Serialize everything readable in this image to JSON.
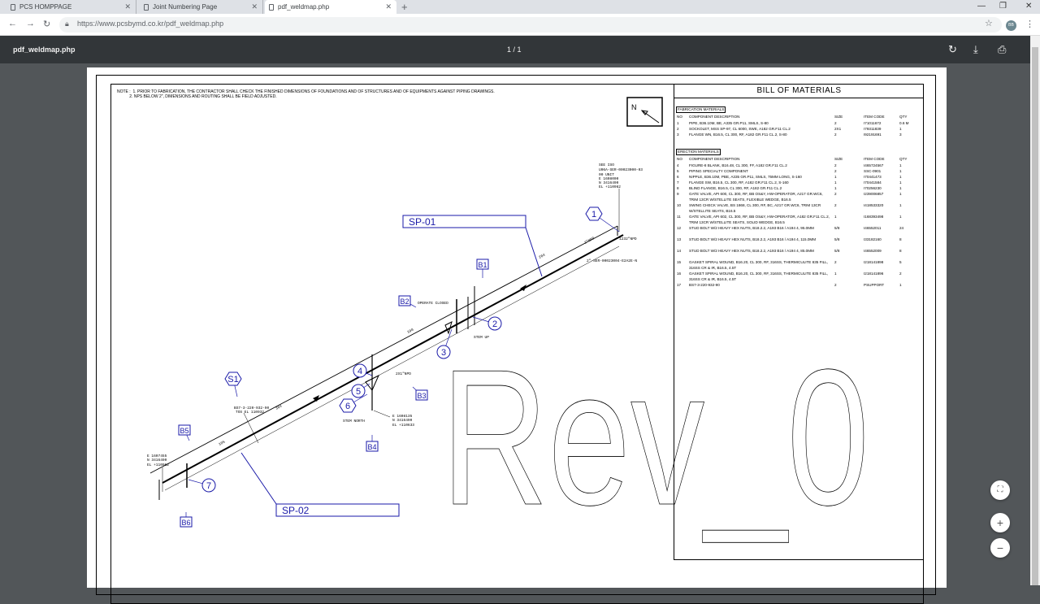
{
  "browser": {
    "tabs": [
      {
        "label": "PCS HOMPPAGE",
        "active": false
      },
      {
        "label": "Joint Numbering Page",
        "active": false
      },
      {
        "label": "pdf_weldmap.php",
        "active": true
      }
    ],
    "url_host": "https://www.pcsbymd.co.kr",
    "url_path": "/pdf_weldmap.php",
    "avatar": "BB"
  },
  "viewer": {
    "title": "pdf_weldmap.php",
    "page_indicator": "1 / 1",
    "icons": [
      "rotate-icon",
      "download-icon",
      "print-icon",
      "fit-page-icon",
      "zoom-in-icon",
      "zoom-out-icon"
    ]
  },
  "drawing": {
    "note_lines": [
      "NOTE :  1. PRIOR TO FABRICATION, THE CONTRACTOR SHALL CHECK THE FINISHED DIMENSIONS OF FOUNDATIONS AND OF STRUCTURES AND OF EQUIPMENTS AGAINST PIPING DRAWINGS.",
      "           2. NPS BELOW 2\", DIMENSIONS AND ROUTING SHALL BE FIELD ADJUSTED."
    ],
    "north": "N",
    "spools": [
      "SP-01",
      "SP-02"
    ],
    "welds": [
      "1",
      "2",
      "3",
      "4",
      "5",
      "6",
      "7"
    ],
    "supports": [
      "S1"
    ],
    "bolts": [
      "B1",
      "B2",
      "B3",
      "B4",
      "B5",
      "B6"
    ],
    "ref_block": [
      "SEE ISO",
      "U06A-SER-00023000-03",
      "00 UNIT",
      "E 1608000",
      "N 3416490",
      "EL +110962"
    ],
    "start_block": [
      "E 1607455",
      "N 3416490",
      "EL +110962"
    ],
    "mid_block": [
      "E 1608135",
      "N 3416490",
      "EL +110633"
    ],
    "support_block": [
      "BS7-3-220-932-90",
      "TOS EL 110932"
    ],
    "line_number": "2\"-SER-00023004-E2A2E-N",
    "annotations": {
      "npd_end": "1232\"NPD",
      "npd_pipe": "2\"NPD",
      "npd_branch": "2X1\"NPD",
      "operate": "OPERATE CLOSED",
      "stem_up": "STEM UP",
      "stem_north": "STEM NORTH",
      "dim_264": "264",
      "dim_364": "364",
      "dim_190": "190",
      "dim_105": "105"
    },
    "rev_mark": "Rev_0"
  },
  "bom": {
    "title": "BILL OF MATERIALS",
    "headers": {
      "no": "NO",
      "desc": "COMPONENT DESCRIPTION",
      "size": "SIZE",
      "code": "ITEM CODE",
      "qty": "QTY"
    },
    "fabrication_label": "FABRICATION MATERIALS",
    "fabrication": [
      {
        "no": "1",
        "desc": "PIPE, B36.10M, BE, A335 GR.P11, SMLS, S-80",
        "size": "2",
        "code": "I71011672",
        "qty": "0.6 M"
      },
      {
        "no": "2",
        "desc": "SOCKOLET, MSS SP-97, CL 6000, SWE, A182 GR.F11 CL.2",
        "size": "2X1",
        "code": "I79311839",
        "qty": "1"
      },
      {
        "no": "3",
        "desc": "FLANGE WN, B16.5, CL 300, RF, A182 GR.F11 CL.2, S-80",
        "size": "2",
        "code": "I92191691",
        "qty": "3"
      }
    ],
    "erection_label": "ERECTION MATERIALS",
    "erection": [
      {
        "no": "4",
        "desc": "FIGURE-8 BLANK, B16.48, CL 300, FF, A182 GR.F11 CL.2",
        "size": "2",
        "code": "I465724567",
        "qty": "1"
      },
      {
        "no": "5",
        "desc": "PIPING SPECIALTY COMPONENT",
        "size": "2",
        "code": "SSC-0901",
        "qty": "1"
      },
      {
        "no": "6",
        "desc": "NIPPLE, B36.10M, PBE, A335 GR.P11, SMLS, 75MM LONG, S-160",
        "size": "1",
        "code": "I70441473",
        "qty": "1"
      },
      {
        "no": "7",
        "desc": "FLANGE SW, B16.5, CL 300, RF, A182 GR.F11 CL.2, S-160",
        "size": "1",
        "code": "I70441584",
        "qty": "1"
      },
      {
        "no": "8",
        "desc": "BLIND FLANGE, B16.5, CL 300, RF, A182 GR.F11 CL.2",
        "size": "1",
        "code": "I70256230",
        "qty": "1"
      },
      {
        "no": "9",
        "desc": "GATE VALVE, API 600, CL 300, RF, BB OS&Y, HW-OPERATOR, A217 GR.WC6, TRIM 13CR W/STELLITE SEATS, FLEXIBLE WEDGE, B16.5",
        "size": "2",
        "code": "I239006857",
        "qty": "1"
      },
      {
        "no": "10",
        "desc": "SWING CHECK VALVE, BS 1868, CL 300, RF, BC, A217 GR.WC6, TRIM 13CR W/STELLITE SEATS, B16.5",
        "size": "2",
        "code": "I418533320",
        "qty": "1"
      },
      {
        "no": "11",
        "desc": "GATE VALVE, API 602, CL 300, RF, BB OS&Y, HW-OPERATOR, A182 GR.F11 CL.2, TRIM 13CR W/STELLITE SEATS, SOLID WEDGE, B16.5",
        "size": "1",
        "code": "I168393498",
        "qty": "1"
      },
      {
        "no": "12",
        "desc": "STUD BOLT W/2 HEAVY HEX NUTS, B18.2.2, A193 B16 / A194 4, 95.0MM",
        "size": "5/8",
        "code": "I46552011",
        "qty": "24"
      },
      {
        "no": "13",
        "desc": "STUD BOLT W/2 HEAVY HEX NUTS, B18.2.2, A193 B16 / A194 4, 115.0MM",
        "size": "5/8",
        "code": "I33182160",
        "qty": "8"
      },
      {
        "no": "14",
        "desc": "STUD BOLT W/2 HEAVY HEX NUTS, B18.2.2, A193 B16 / A194 4, 85.0MM",
        "size": "5/8",
        "code": "I46552009",
        "qty": "8"
      },
      {
        "no": "15",
        "desc": "GASKET SPIRAL WOUND, B16.20, CL 300, RF, 316SS, THERMICULITE 835 FILL, 316SS CR & IR, B16.5, 4.5T",
        "size": "2",
        "code": "I218141898",
        "qty": "5"
      },
      {
        "no": "16",
        "desc": "GASKET SPIRAL WOUND, B16.20, CL 300, RF, 316SS, THERMICULITE 835 FILL, 316SS CR & IR, B16.5, 4.5T",
        "size": "1",
        "code": "I218141896",
        "qty": "2"
      },
      {
        "no": "17",
        "desc": "BS7-3-220-932-90",
        "size": "2",
        "code": "PSUPPORT",
        "qty": "1"
      }
    ]
  },
  "colors": {
    "viewer_bg": "#525659",
    "toolbar": "#323639",
    "callout": "#1a1aa8"
  }
}
